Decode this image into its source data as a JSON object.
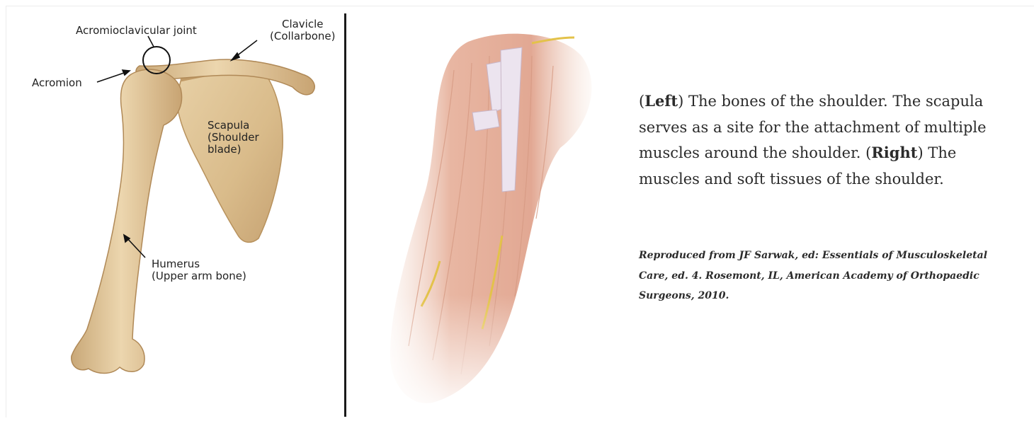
{
  "left_figure": {
    "labels": {
      "acromioclavicular_joint": "Acromioclavicular joint",
      "clavicle_line1": "Clavicle",
      "clavicle_line2": "(Collarbone)",
      "acromion": "Acromion",
      "scapula_line1": "Scapula",
      "scapula_line2": "(Shoulder",
      "scapula_line3": "blade)",
      "humerus_line1": "Humerus",
      "humerus_line2": "(Upper arm bone)"
    }
  },
  "caption": {
    "left_tag": "Left",
    "part1_open": "(",
    "part1_close": ") The bones of the shoulder. The scapula serves as a site for the attachment of multiple muscles around the shoulder. (",
    "right_tag": "Right",
    "part2": ") The muscles and soft tissues of the shoulder."
  },
  "credit": "Reproduced from JF Sarwak, ed: Essentials of Musculoskeletal Care, ed. 4. Rosemont, IL, American Academy of Orthopaedic Surgeons, 2010."
}
